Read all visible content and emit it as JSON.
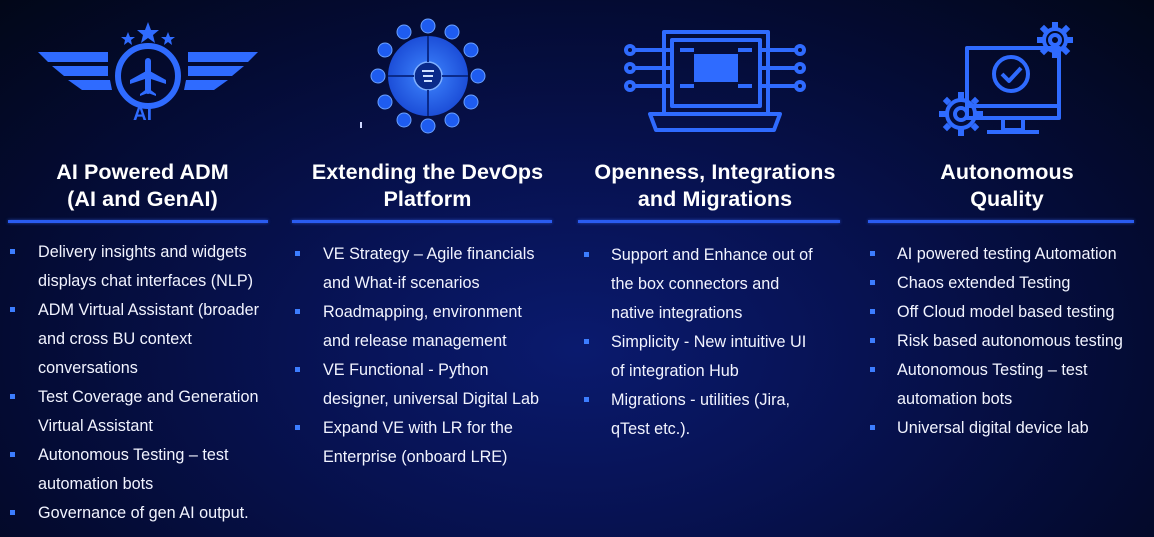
{
  "colors": {
    "accent": "#2a5cf0",
    "bullet": "#3c7dff",
    "icon": "#2f6bff",
    "background": "#071252"
  },
  "columns": [
    {
      "icon": "winged-airplane-ai-icon",
      "icon_text": "AI",
      "heading": [
        "AI Powered ADM",
        "(AI and GenAI)"
      ],
      "bullets": [
        [
          "Delivery insights and widgets",
          "displays chat interfaces (NLP)"
        ],
        [
          "ADM Virtual Assistant (broader",
          "and cross BU context",
          "conversations"
        ],
        [
          "Test Coverage and Generation",
          "Virtual Assistant"
        ],
        [
          "Autonomous Testing – test",
          "automation bots"
        ],
        [
          "Governance of gen AI output."
        ]
      ]
    },
    {
      "icon": "devops-platform-wheel-icon",
      "heading": [
        "Extending the DevOps",
        "Platform"
      ],
      "bullets": [
        [
          "VE Strategy – Agile financials",
          "and What-if scenarios"
        ],
        [
          "Roadmapping, environment",
          "and release management"
        ],
        [
          "VE Functional - Python",
          "designer, universal Digital Lab"
        ],
        [
          "Expand VE with LR for the",
          "Enterprise (onboard LRE)"
        ]
      ]
    },
    {
      "icon": "laptop-circuit-icon",
      "heading": [
        "Openness, Integrations",
        "and Migrations"
      ],
      "bullets": [
        [
          "Support and Enhance out of",
          "the box connectors and",
          "native integrations"
        ],
        [
          "Simplicity - New intuitive UI",
          "of integration Hub"
        ],
        [
          "Migrations - utilities (Jira,",
          "qTest etc.)."
        ]
      ]
    },
    {
      "icon": "monitor-gears-checkmark-icon",
      "heading": [
        "Autonomous",
        "Quality"
      ],
      "bullets": [
        [
          "AI powered testing Automation"
        ],
        [
          "Chaos extended Testing"
        ],
        [
          "Off Cloud model based testing"
        ],
        [
          "Risk based autonomous testing"
        ],
        [
          "Autonomous Testing – test",
          "automation bots"
        ],
        [
          "Universal digital device lab"
        ]
      ]
    }
  ]
}
